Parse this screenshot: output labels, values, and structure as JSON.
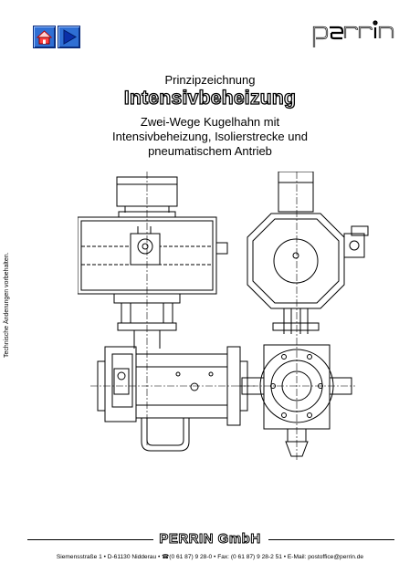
{
  "header": {
    "brand": "perrin",
    "nav": {
      "home_icon": "home-icon",
      "next_icon": "play-right-icon"
    }
  },
  "document": {
    "subtitle": "Prinzipzeichnung",
    "title": "Intensivbeheizung",
    "description_lines": [
      "Zwei-Wege Kugelhahn mit",
      "Intensivbeheizung, Isolierstrecke und",
      "pneumatischem Antrieb"
    ],
    "side_note": "Technische Änderungen vorbehalten."
  },
  "footer": {
    "company": "PERRIN GmbH",
    "address": "Siemensstraße 1 • D-61130 Nidderau • ☎(0 61 87) 9 28-0 • Fax: (0 61 87) 9 28-2 51 • E-Mail: postoffice@perrin.de"
  },
  "colors": {
    "nav_button": "#2f6fd4",
    "nav_icon": "#ff3030",
    "drawing_line": "#000000"
  }
}
